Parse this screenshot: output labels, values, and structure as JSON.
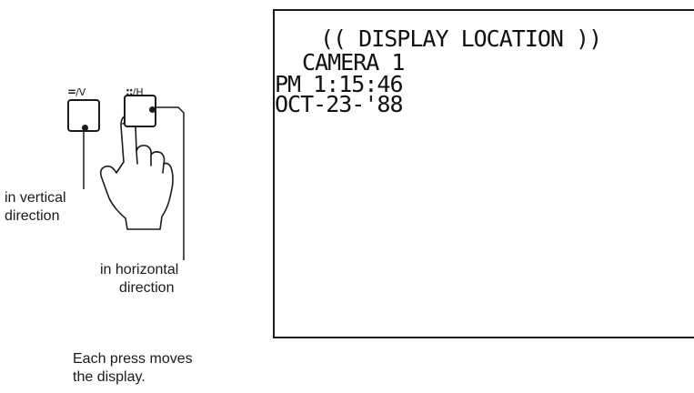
{
  "buttons": {
    "vertical": {
      "glyph_bars": "=",
      "glyph_letter": "/V"
    },
    "horizontal": {
      "glyph_bars": "::",
      "glyph_letter": "/H"
    }
  },
  "labels": {
    "vertical": [
      "in vertical",
      "direction"
    ],
    "horizontal": [
      "in horizontal",
      "direction"
    ],
    "note": [
      "Each press moves",
      "the display."
    ]
  },
  "screen": {
    "title": "(( DISPLAY LOCATION ))",
    "camera": "CAMERA 1",
    "time": "PM  1:15:46",
    "date": "OCT-23-'88"
  }
}
